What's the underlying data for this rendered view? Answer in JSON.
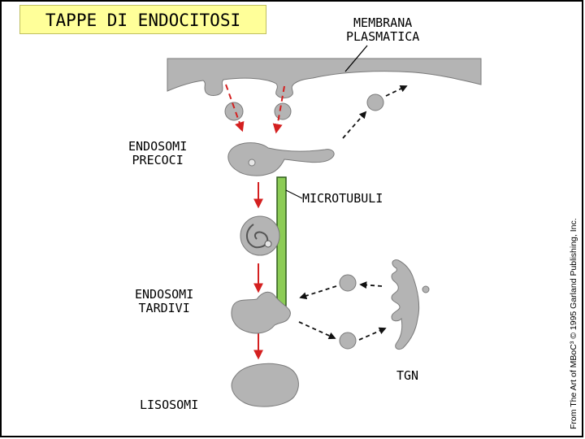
{
  "title": "TAPPE DI ENDOCITOSI",
  "labels": {
    "plasma_membrane": [
      "MEMBRANA",
      "PLASMATICA"
    ],
    "early_endosomes": [
      "ENDOSOMI",
      "PRECOCI"
    ],
    "microtubules": "MICROTUBULI",
    "late_endosomes": [
      "ENDOSOMI",
      "TARDIVI"
    ],
    "tgn": "TGN",
    "lysosomes": "LISOSOMI"
  },
  "credit": "From The Art of MBoC³ © 1995 Garland Publishing, Inc.",
  "colors": {
    "title_bg": "#ffff99",
    "organelle_fill": "#b4b4b4",
    "organelle_stroke": "#7a7a7a",
    "arrow": "#d42020",
    "microtubule_fill": "#8ccc55",
    "microtubule_stroke": "#2e5d1c"
  }
}
